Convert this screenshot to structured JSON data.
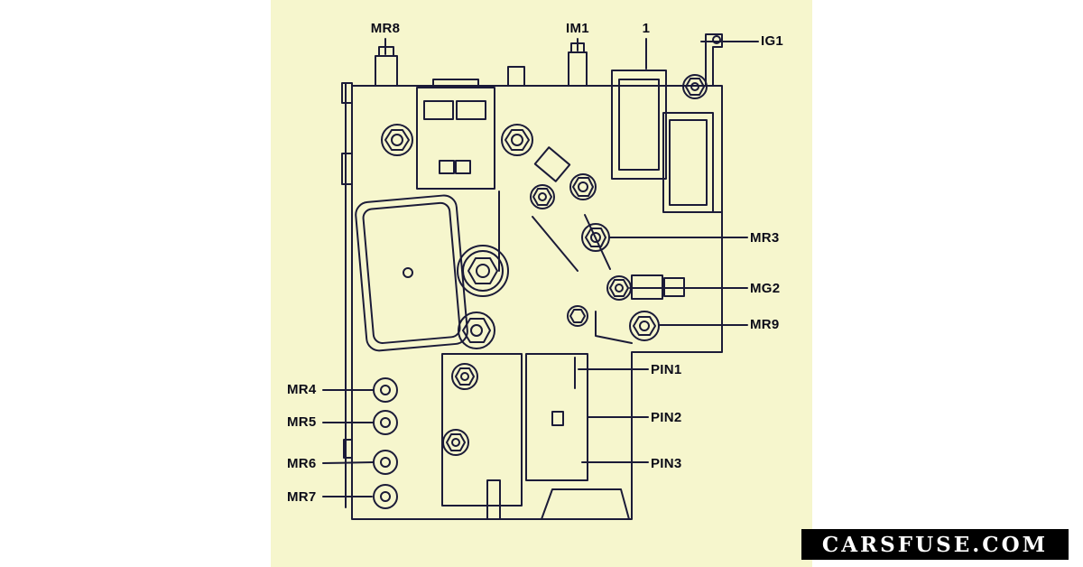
{
  "page": {
    "background_color": "#ffffff",
    "diagram_background_color": "#f6f6cd",
    "line_color": "#1b1b38",
    "label_color": "#0b0b18"
  },
  "diagram": {
    "description_labels": [
      "MR8",
      "IM1",
      "1",
      "IG1",
      "MR3",
      "MG2",
      "MR9",
      "PIN1",
      "PIN2",
      "PIN3",
      "MR4",
      "MR5",
      "MR6",
      "MR7"
    ],
    "labels": {
      "mr8": "MR8",
      "im1": "IM1",
      "comp1": "1",
      "ig1": "IG1",
      "mr3": "MR3",
      "mg2": "MG2",
      "mr9": "MR9",
      "pin1": "PIN1",
      "pin2": "PIN2",
      "pin3": "PIN3",
      "mr4": "MR4",
      "mr5": "MR5",
      "mr6": "MR6",
      "mr7": "MR7"
    }
  },
  "watermark": {
    "text": "CARSFUSE.COM",
    "background": "#000000",
    "foreground": "#ffffff"
  }
}
